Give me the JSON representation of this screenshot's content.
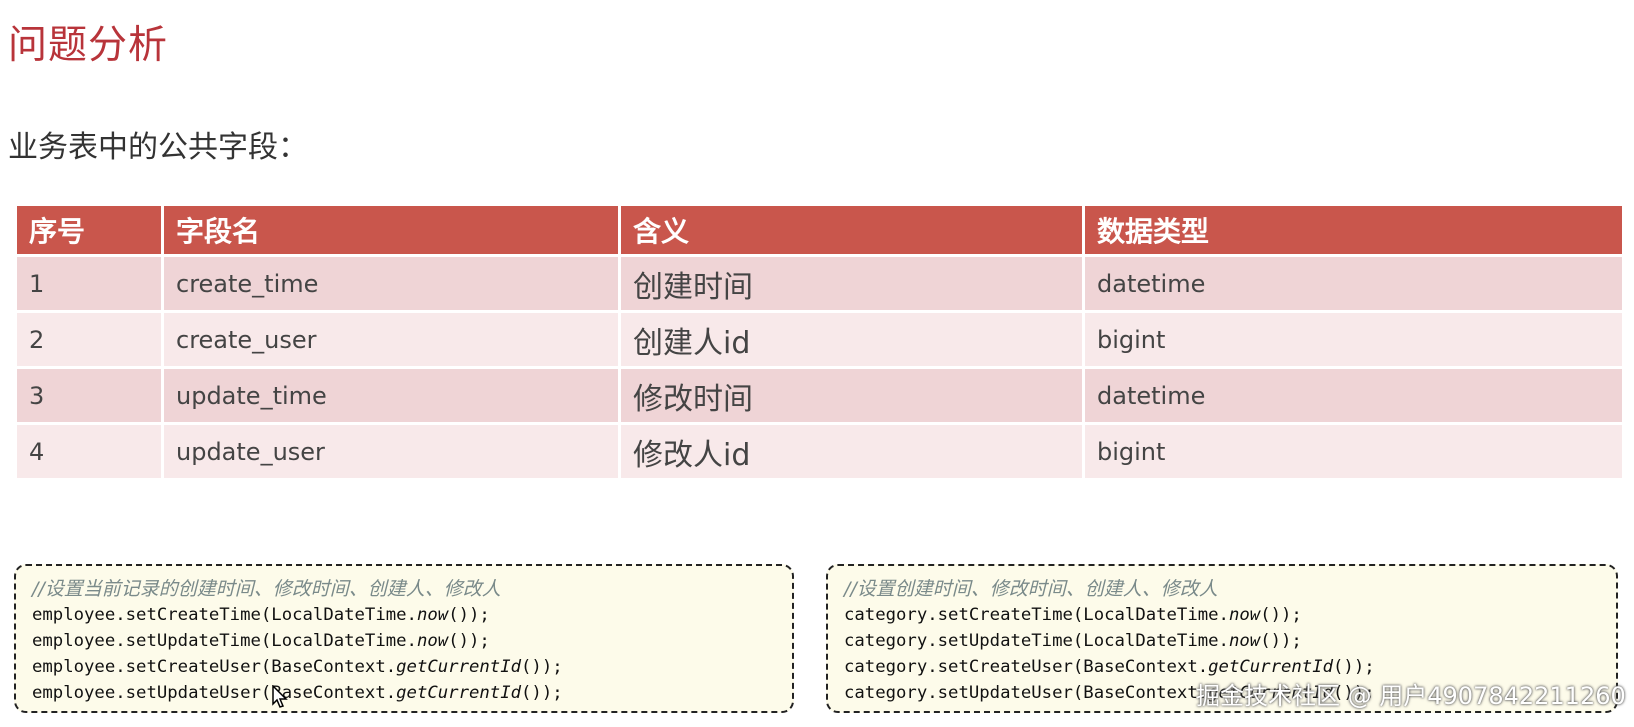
{
  "slide": {
    "title": "问题分析",
    "subtitle": "业务表中的公共字段："
  },
  "table": {
    "headers": [
      "序号",
      "字段名",
      "含义",
      "数据类型"
    ],
    "rows": [
      [
        "1",
        "create_time",
        "创建时间",
        "datetime"
      ],
      [
        "2",
        "create_user",
        "创建人id",
        "bigint"
      ],
      [
        "3",
        "update_time",
        "修改时间",
        "datetime"
      ],
      [
        "4",
        "update_user",
        "修改人id",
        "bigint"
      ]
    ]
  },
  "code_left": {
    "comment": "//设置当前记录的创建时间、修改时间、创建人、修改人",
    "lines": [
      {
        "pre": "employee.setCreateTime(LocalDateTime.",
        "method": "now",
        "post": "());"
      },
      {
        "pre": "employee.setUpdateTime(LocalDateTime.",
        "method": "now",
        "post": "());"
      },
      {
        "pre": "employee.setCreateUser(BaseContext.",
        "method": "getCurrentId",
        "post": "());"
      },
      {
        "pre": "employee.setUpdateUser(BaseContext.",
        "method": "getCurrentId",
        "post": "());"
      }
    ]
  },
  "code_right": {
    "comment": "//设置创建时间、修改时间、创建人、修改人",
    "lines": [
      {
        "pre": "category.setCreateTime(LocalDateTime.",
        "method": "now",
        "post": "());"
      },
      {
        "pre": "category.setUpdateTime(LocalDateTime.",
        "method": "now",
        "post": "());"
      },
      {
        "pre": "category.setCreateUser(BaseContext.",
        "method": "getCurrentId",
        "post": "());"
      },
      {
        "pre": "category.setUpdateUser(BaseContext.",
        "method": "getCurrentId",
        "post": "());"
      }
    ]
  },
  "watermark": "掘金技术社区 @ 用户4907842211260"
}
